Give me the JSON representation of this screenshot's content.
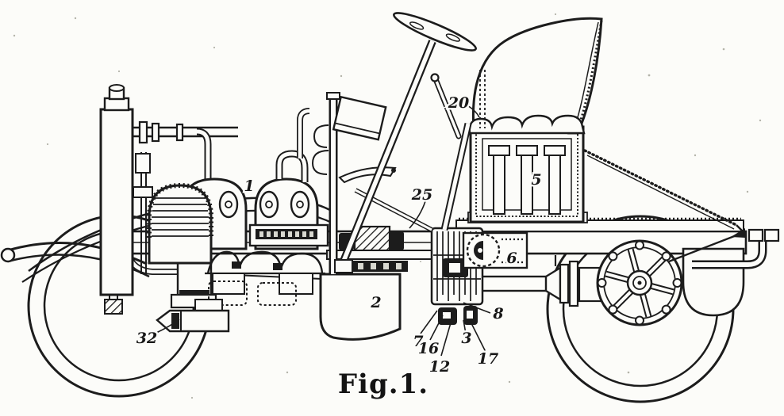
{
  "figure": {
    "caption": "Fig.1."
  },
  "colors": {
    "ink": "#1c1c1c",
    "paper": "#fcfcf9"
  },
  "part_labels": [
    {
      "text": "1"
    },
    {
      "text": "2"
    },
    {
      "text": "3"
    },
    {
      "text": "5"
    },
    {
      "text": "6"
    },
    {
      "text": "7"
    },
    {
      "text": "8"
    },
    {
      "text": "12"
    },
    {
      "text": "16"
    },
    {
      "text": "17"
    },
    {
      "text": "20"
    },
    {
      "text": "25"
    },
    {
      "text": "32"
    }
  ]
}
